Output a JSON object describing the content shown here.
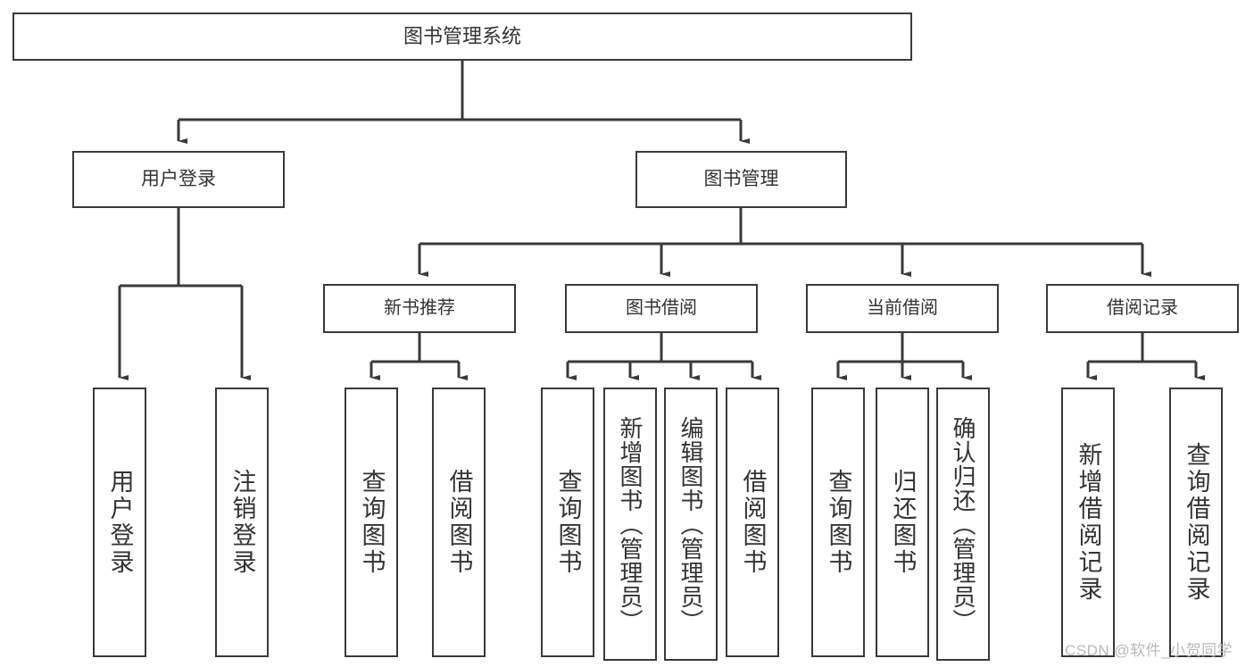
{
  "diagram": {
    "title": "图书管理系统",
    "type": "tree-hierarchy",
    "root": {
      "id": "root",
      "label": "图书管理系统"
    },
    "level2": [
      {
        "id": "login",
        "label": "用户登录"
      },
      {
        "id": "books",
        "label": "图书管理"
      }
    ],
    "level3": [
      {
        "id": "newrec",
        "label": "新书推荐",
        "parent": "books"
      },
      {
        "id": "borrow",
        "label": "图书借阅",
        "parent": "books"
      },
      {
        "id": "current",
        "label": "当前借阅",
        "parent": "books"
      },
      {
        "id": "record",
        "label": "借阅记录",
        "parent": "books"
      }
    ],
    "leaves": [
      {
        "id": "l1",
        "label": "用户登录",
        "parent": "login"
      },
      {
        "id": "l2",
        "label": "注销登录",
        "parent": "login"
      },
      {
        "id": "l3",
        "label": "查询图书",
        "parent": "newrec"
      },
      {
        "id": "l4",
        "label": "借阅图书",
        "parent": "newrec"
      },
      {
        "id": "l5",
        "label": "查询图书",
        "parent": "borrow"
      },
      {
        "id": "l6",
        "label": "新增图书（管理员）",
        "parent": "borrow"
      },
      {
        "id": "l7",
        "label": "编辑图书（管理员）",
        "parent": "borrow"
      },
      {
        "id": "l8",
        "label": "借阅图书",
        "parent": "borrow"
      },
      {
        "id": "l9",
        "label": "查询图书",
        "parent": "current"
      },
      {
        "id": "l10",
        "label": "归还图书",
        "parent": "current"
      },
      {
        "id": "l11",
        "label": "确认归还（管理员）",
        "parent": "current"
      },
      {
        "id": "l12",
        "label": "新增借阅记录",
        "parent": "record"
      },
      {
        "id": "l13",
        "label": "查询借阅记录",
        "parent": "record"
      }
    ],
    "colors": {
      "background": "#ffffff",
      "node_fill": "#ffffff",
      "node_border": "#3a3a3a",
      "connector": "#3a3a3a",
      "text": "#333333",
      "watermark": "#b9b9b9"
    }
  },
  "watermark": {
    "text": "CSDN @软件_小贺同学"
  }
}
